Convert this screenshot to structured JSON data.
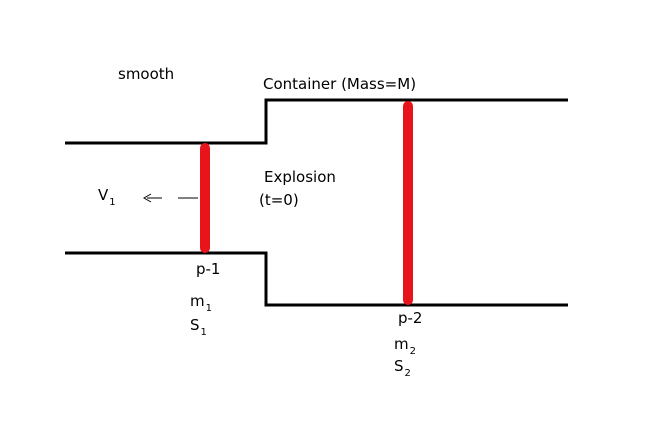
{
  "surface_label": "smooth",
  "container_label": "Container  (Mass=M)",
  "explosion": {
    "line1": "Explosion",
    "line2": "(t=0)"
  },
  "velocity": {
    "symbol": "V",
    "subscript": "1",
    "arrow": "←"
  },
  "piston1": {
    "label": "p-1",
    "mass_symbol": "m",
    "mass_subscript": "1",
    "area_symbol": "S",
    "area_subscript": "1"
  },
  "piston2": {
    "label": "p-2",
    "mass_symbol": "m",
    "mass_subscript": "2",
    "area_symbol": "S",
    "area_subscript": "2"
  },
  "colors": {
    "piston": "#e8141c",
    "walls": "#000000",
    "text": "#000000"
  }
}
